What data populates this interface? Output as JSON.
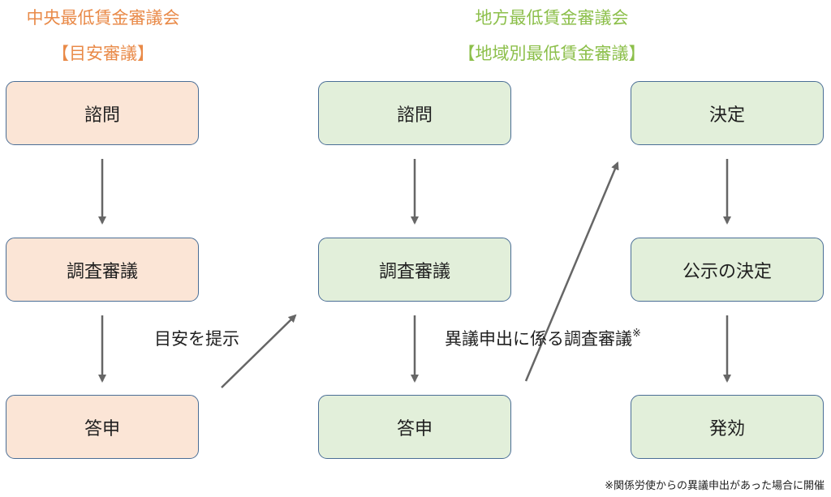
{
  "central": {
    "title": "中央最低賃金審議会",
    "subtitle": "【目安審議】",
    "steps": [
      "諮問",
      "調査審議",
      "答申"
    ]
  },
  "local": {
    "title": "地方最低賃金審議会",
    "subtitle": "【地域別最低賃金審議】",
    "steps": [
      "諮問",
      "調査審議",
      "答申"
    ]
  },
  "decision": {
    "steps": [
      "決定",
      "公示の決定",
      "発効"
    ]
  },
  "labels": {
    "guideline": "目安を提示",
    "objection": "異議申出に係る調査審議",
    "objection_mark": "※"
  },
  "footnote": "※関係労使からの異議申出があった場合に開催",
  "colors": {
    "central_heading": "#e98a48",
    "local_heading": "#8cbf4a",
    "peach_fill": "#fbe5d6",
    "green_fill": "#e2efda",
    "border": "#4a6e96",
    "arrow": "#666666"
  }
}
